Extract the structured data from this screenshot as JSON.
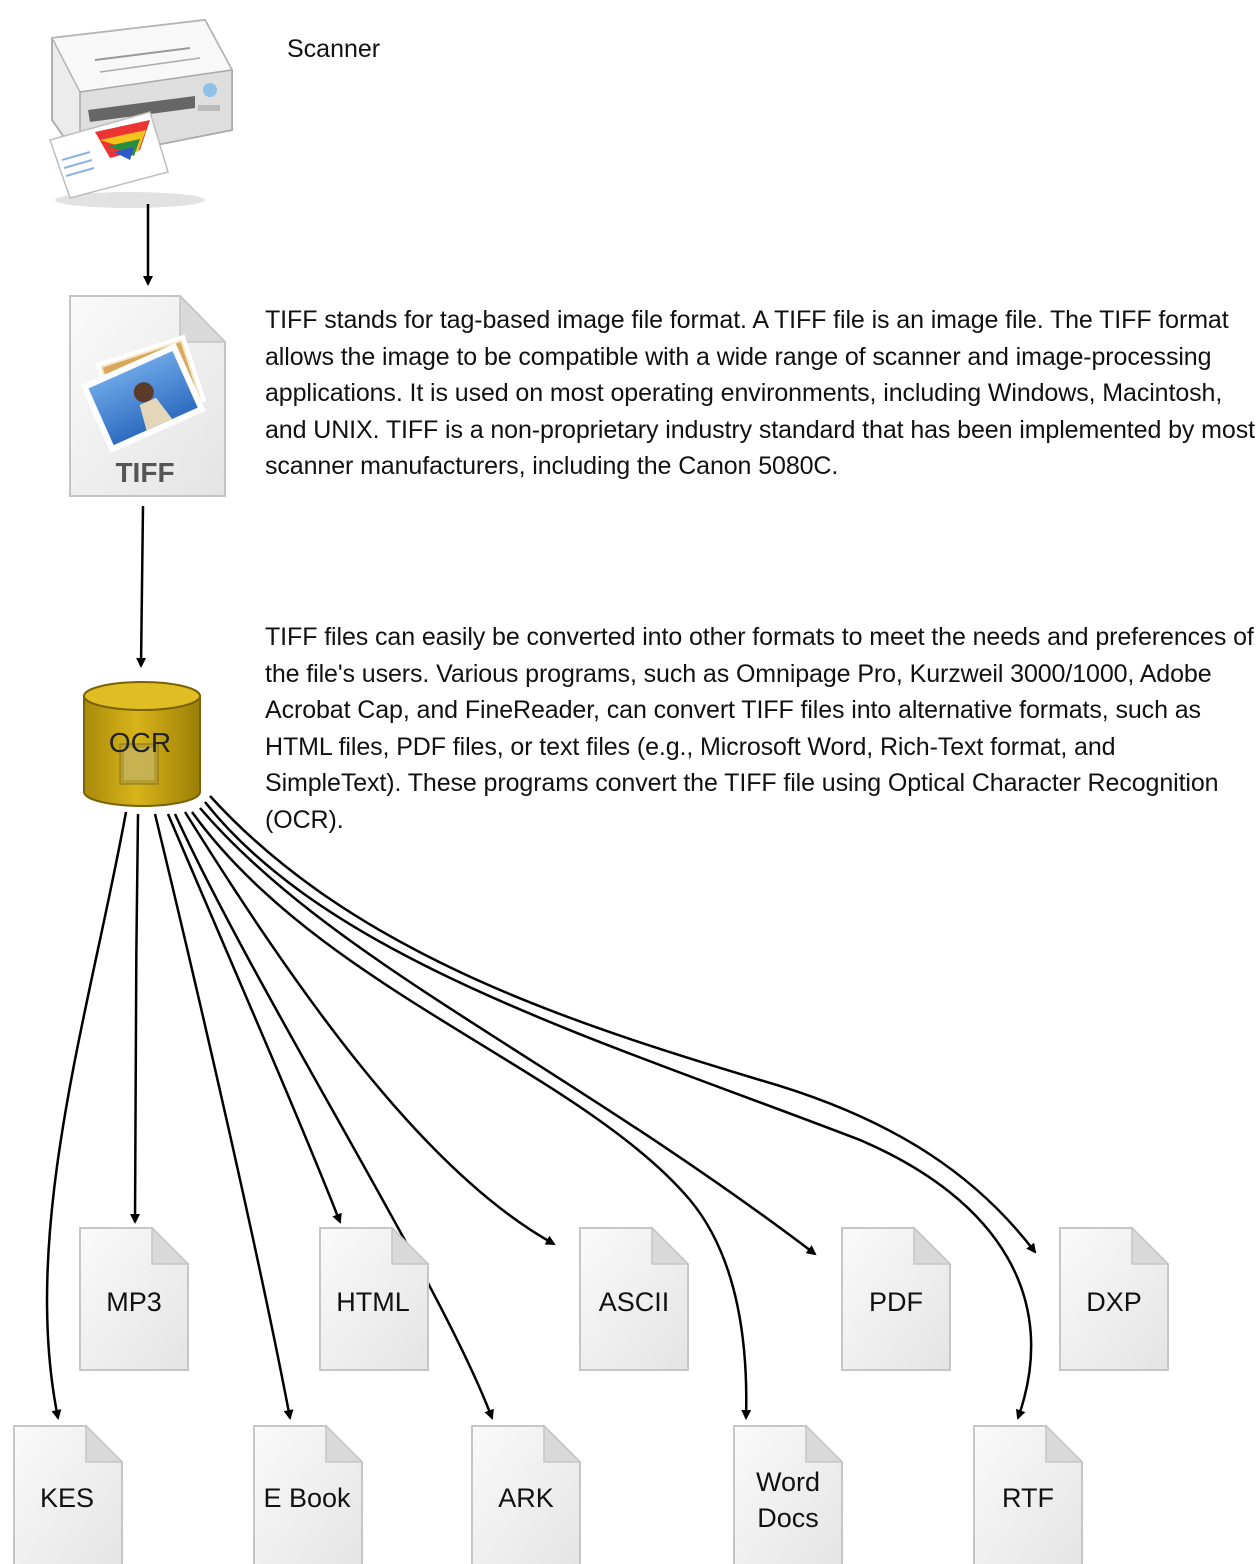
{
  "scanner": {
    "label": "Scanner",
    "icon": "scanner-icon"
  },
  "tiff": {
    "label": "TIFF",
    "icon": "tiff-file-icon",
    "description": "TIFF stands for tag-based image file format. A TIFF file is an image file. The TIFF format allows the image to be compatible with a wide range of scanner and image-processing applications. It is used on most operating environments, including Windows, Macintosh, and UNIX. TIFF is a non-proprietary industry standard that has been implemented by most scanner manufacturers, including the Canon 5080C."
  },
  "ocr": {
    "label": "OCR",
    "icon": "database-cylinder-icon",
    "description": "TIFF files can easily be converted into other formats to meet the needs and preferences of the file's users. Various programs, such as Omnipage Pro, Kurzweil 3000/1000, Adobe Acrobat Cap, and FineReader, can convert TIFF files into alternative formats, such as HTML files, PDF files, or text files (e.g., Microsoft Word, Rich-Text format, and SimpleText). These programs convert the TIFF file using Optical Character Recognition (OCR)."
  },
  "outputs": {
    "mp3": "MP3",
    "html": "HTML",
    "ascii": "ASCII",
    "pdf": "PDF",
    "dxp": "DXP",
    "kes": "KES",
    "ebook": "E Book",
    "ark": "ARK",
    "word_docs": "Word Docs",
    "rtf": "RTF"
  },
  "colors": {
    "cylinder_fill": "#c8a514",
    "cylinder_stroke": "#7a6200",
    "doc_fill": "#f1f1f1",
    "doc_stroke": "#c8c8c8",
    "arrow": "#000000"
  }
}
